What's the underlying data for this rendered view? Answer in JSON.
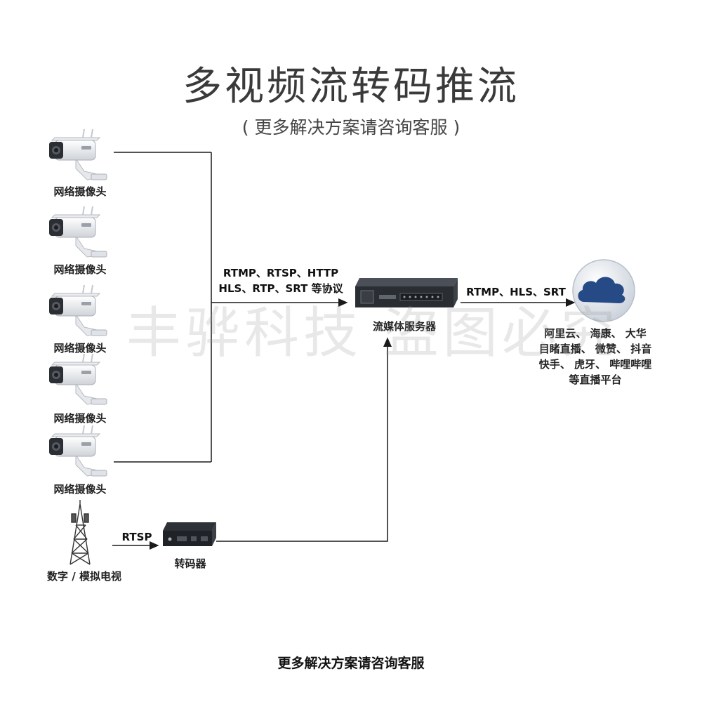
{
  "title": "多视频流转码推流",
  "subtitle": "( 更多解决方案请咨询客服 )",
  "cameras": [
    {
      "label": "网络摄像头"
    },
    {
      "label": "网络摄像头"
    },
    {
      "label": "网络摄像头"
    },
    {
      "label": "网络摄像头"
    },
    {
      "label": "网络摄像头"
    }
  ],
  "tv": {
    "label": "数字 / 模拟电视"
  },
  "encoder": {
    "label": "转码器"
  },
  "server": {
    "label": "流媒体服务器"
  },
  "protocols": {
    "camera_line1": "RTMP、RTSP、HTTP",
    "camera_line2": "HLS、RTP、SRT 等协议",
    "tv": "RTSP",
    "cloud": "RTMP、HLS、SRT"
  },
  "platforms": {
    "line1": "阿里云、 海康、 大华",
    "line2": "目睹直播、 微赞、 抖音",
    "line3": "快手、 虎牙、 哔哩哔哩",
    "line4": "等直播平台"
  },
  "watermark": "丰骅科技  盗图必究",
  "footer": "更多解决方案请咨询客服",
  "colors": {
    "line": "#1a1a1a",
    "cloud": "#2a4e8c",
    "cloud_bg": "#e8ecf2"
  }
}
